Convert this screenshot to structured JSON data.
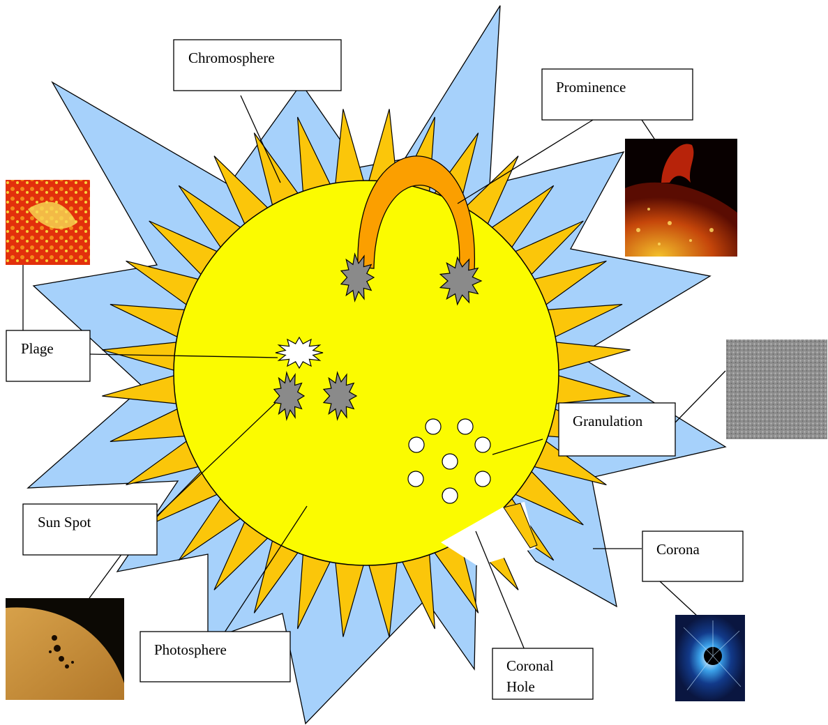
{
  "labels": {
    "chromosphere": "Chromosphere",
    "prominence": "Prominence",
    "plage": "Plage",
    "granulation": "Granulation",
    "sun_spot": "Sun Spot",
    "corona": "Corona",
    "photosphere": "Photosphere",
    "coronal_hole_line1": "Coronal",
    "coronal_hole_line2": "Hole"
  },
  "colors": {
    "corona_fill": "#a6d1fb",
    "chromosphere_fill": "#fbc60a",
    "photosphere_fill": "#fbfb00",
    "prominence_fill": "#fb9f00",
    "sunspot_fill": "#8a8a8a",
    "plage_fill": "#ffffff",
    "granule_fill": "#ffffff"
  }
}
